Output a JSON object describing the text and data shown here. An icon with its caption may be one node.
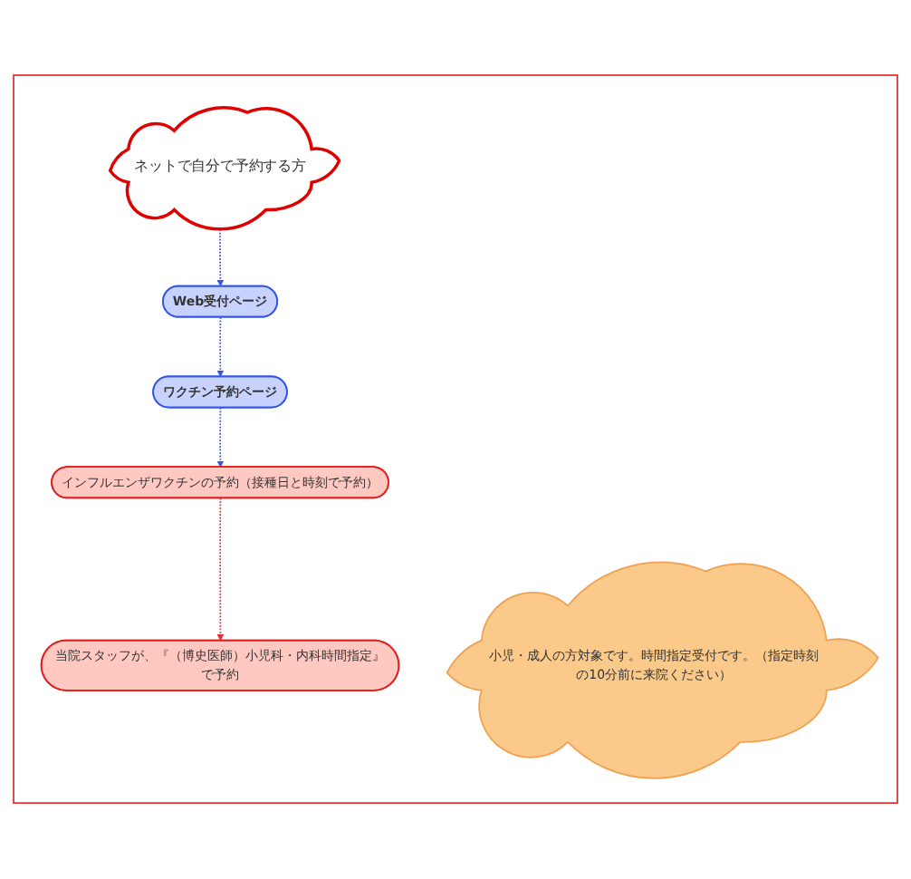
{
  "diagram": {
    "nodes": [
      {
        "text": [],
        "shape": "box"
      },
      {
        "text": [
          "ネットで自分で予約する方"
        ],
        "in": 0
      },
      {
        "text": [
          "小児・成人の方対象です。時間指定受付です。（指定時刻の10分前に来院ください）"
        ],
        "in": 0
      },
      {
        "text": [
          "Web受付ページ"
        ],
        "in": 0
      },
      {
        "text": [
          "ワクチン予約ページ"
        ],
        "in": 0
      },
      {
        "text": [
          "インフルエンザワクチンの予約（接種日と時刻で予約）"
        ],
        "in": 0
      },
      {
        "text": [
          "当院スタッフが、『（博史医師）小児科・内科時間指定』で予約"
        ],
        "in": 0
      }
    ],
    "edges": [
      {
        "from": 1,
        "to": 3,
        "arrow": "to",
        "style": "dashed"
      },
      {
        "from": 3,
        "to": 4,
        "arrow": "to",
        "style": "dashed"
      },
      {
        "from": 4,
        "to": 5,
        "arrow": "to",
        "style": "dashed"
      },
      {
        "from": 5,
        "to": 6,
        "arrow": "to",
        "style": "dashed",
        "color": "#e03030"
      }
    ]
  }
}
